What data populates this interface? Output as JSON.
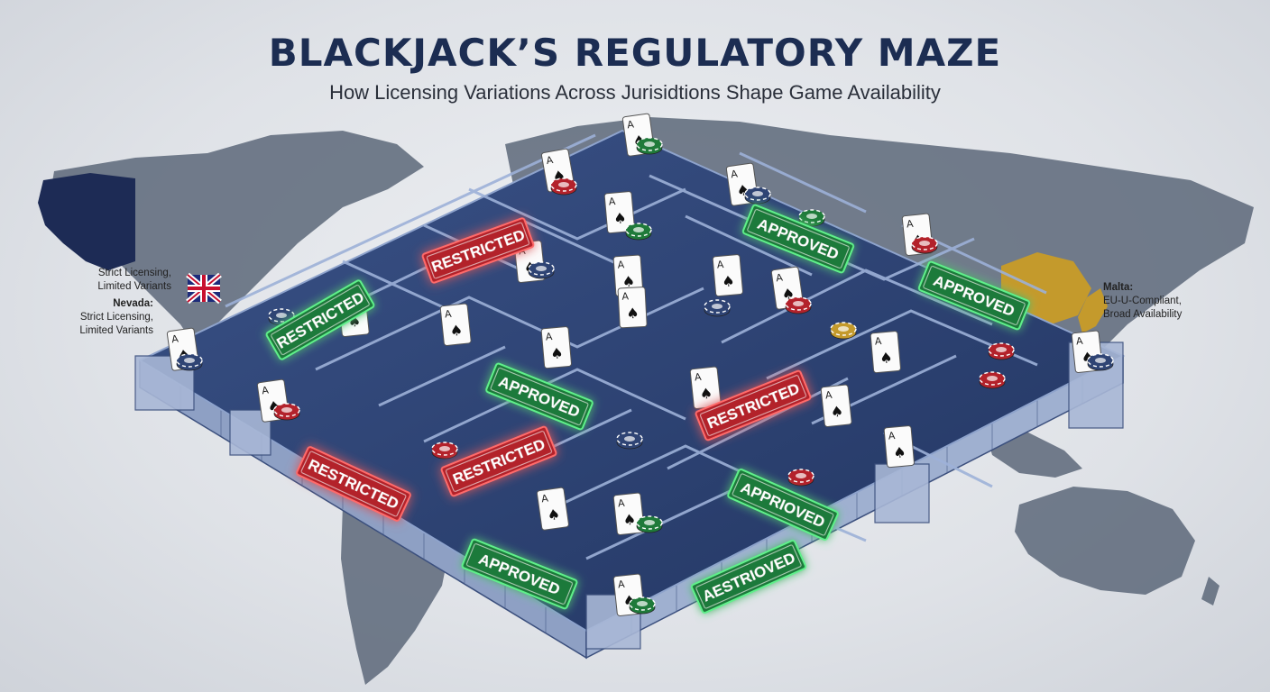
{
  "header": {
    "title": "BLACKJACK’S REGULATORY MAZE",
    "subtitle": "How Licensing Variations Across Jurisidtions Shape Game Availability"
  },
  "callouts": {
    "left_top": {
      "line1": "Strict Licensing,",
      "line2": "Limited Variants"
    },
    "left_nevada": {
      "head": "Nevada:",
      "line1": "Strict Licensing,",
      "line2": "Limited Variants"
    },
    "right_malta": {
      "head": "Malta:",
      "line1": "EU-U-Compliant,",
      "line2": "Broad Availability"
    }
  },
  "signs": [
    {
      "text": "RESTRICTED",
      "status": "restricted"
    },
    {
      "text": "APPROVED",
      "status": "approved"
    },
    {
      "text": "APPROVED",
      "status": "approved"
    },
    {
      "text": "RESTRICTED",
      "status": "approved"
    },
    {
      "text": "APPROVED",
      "status": "approved"
    },
    {
      "text": "RESTRICTED",
      "status": "restricted"
    },
    {
      "text": "RESTRICTED",
      "status": "restricted"
    },
    {
      "text": "RESTRICTED",
      "status": "restricted"
    },
    {
      "text": "APPRIOVED",
      "status": "approved"
    },
    {
      "text": "APPROVED",
      "status": "approved"
    },
    {
      "text": "AESTRIOVED",
      "status": "approved"
    }
  ],
  "colors": {
    "maze_floor": "#2f4474",
    "maze_wall": "#4d6496",
    "approved": "#1f7a3a",
    "restricted": "#b3222b",
    "title": "#1c2d52",
    "map_land": "#5c6779",
    "highlight_land_west": "#1d2b55",
    "highlight_land_east": "#c49a2c"
  },
  "icons": {
    "flag": "union-flag-icon",
    "card": "playing-card-icon",
    "chip": "casino-chip-icon"
  }
}
